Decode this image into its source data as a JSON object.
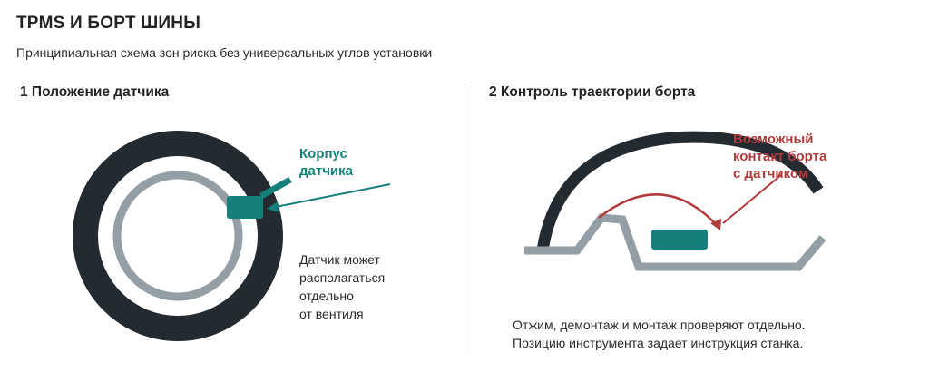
{
  "header": {
    "title": "TPMS И БОРТ ШИНЫ",
    "subtitle": "Принципиальная схема зон риска без универсальных углов установки"
  },
  "panel_left": {
    "heading": "1  Положение датчика",
    "sensor_label_line1": "Корпус",
    "sensor_label_line2": "датчика",
    "note_lines": [
      "Датчик может",
      "располагаться",
      "отдельно",
      "от вентиля"
    ]
  },
  "panel_right": {
    "heading": "2  Контроль траектории борта",
    "warning_lines": [
      "Возможный",
      "контакт борта",
      "с датчиком"
    ],
    "caption_lines": [
      "Отжим, демонтаж и монтаж проверяют отдельно.",
      "Позицию инструмента задает инструкция станка."
    ]
  },
  "colors": {
    "tire": "#232a30",
    "rim": "#949ea5",
    "sensor": "#157f7a",
    "warning": "#b03a3a",
    "divider": "#d8d8d8"
  }
}
